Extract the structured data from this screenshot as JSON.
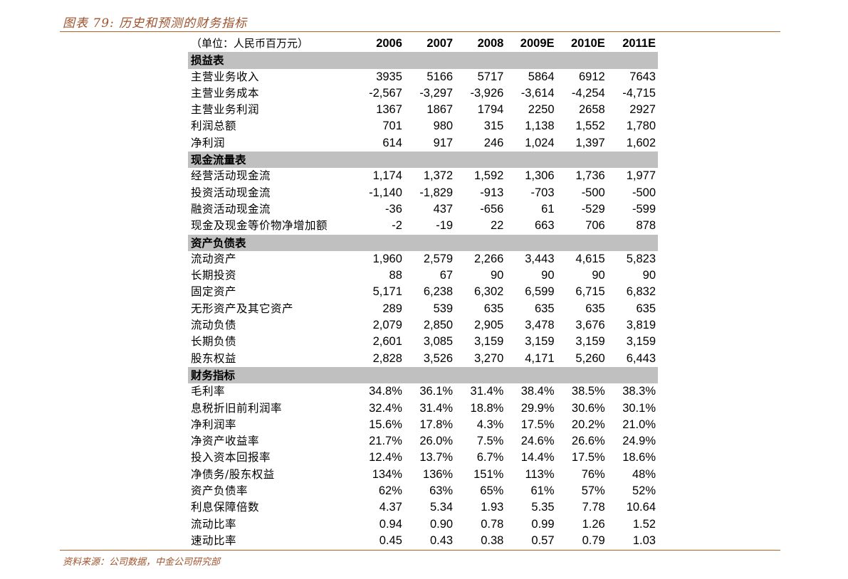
{
  "figure_title": "图表 79: 历史和预测的财务指标",
  "unit_label": "（单位：人民币百万元）",
  "years": [
    "2006",
    "2007",
    "2008",
    "2009E",
    "2010E",
    "2011E"
  ],
  "sections": [
    {
      "title": "损益表",
      "rows": [
        {
          "label": "主营业务收入",
          "values": [
            "3935",
            "5166",
            "5717",
            "5864",
            "6912",
            "7643"
          ]
        },
        {
          "label": "主营业务成本",
          "values": [
            "-2,567",
            "-3,297",
            "-3,926",
            "-3,614",
            "-4,254",
            "-4,715"
          ]
        },
        {
          "label": "主营业务利润",
          "values": [
            "1367",
            "1867",
            "1794",
            "2250",
            "2658",
            "2927"
          ]
        },
        {
          "label": "利润总额",
          "values": [
            "701",
            "980",
            "315",
            "1,138",
            "1,552",
            "1,780"
          ]
        },
        {
          "label": "净利润",
          "values": [
            "614",
            "917",
            "246",
            "1,024",
            "1,397",
            "1,602"
          ]
        }
      ]
    },
    {
      "title": "现金流量表",
      "rows": [
        {
          "label": "经营活动现金流",
          "values": [
            "1,174",
            "1,372",
            "1,592",
            "1,306",
            "1,736",
            "1,977"
          ]
        },
        {
          "label": "投资活动现金流",
          "values": [
            "-1,140",
            "-1,829",
            "-913",
            "-703",
            "-500",
            "-500"
          ]
        },
        {
          "label": "融资活动现金流",
          "values": [
            "-36",
            "437",
            "-656",
            "61",
            "-529",
            "-599"
          ]
        },
        {
          "label": "现金及现金等价物净增加额",
          "values": [
            "-2",
            "-19",
            "22",
            "663",
            "706",
            "878"
          ]
        }
      ]
    },
    {
      "title": "资产负债表",
      "rows": [
        {
          "label": "流动资产",
          "values": [
            "1,960",
            "2,579",
            "2,266",
            "3,443",
            "4,615",
            "5,823"
          ]
        },
        {
          "label": "长期投资",
          "values": [
            "88",
            "67",
            "90",
            "90",
            "90",
            "90"
          ]
        },
        {
          "label": "固定资产",
          "values": [
            "5,171",
            "6,238",
            "6,302",
            "6,599",
            "6,715",
            "6,832"
          ]
        },
        {
          "label": "无形资产及其它资产",
          "values": [
            "289",
            "539",
            "635",
            "635",
            "635",
            "635"
          ]
        },
        {
          "label": "流动负债",
          "values": [
            "2,079",
            "2,850",
            "2,905",
            "3,478",
            "3,676",
            "3,819"
          ]
        },
        {
          "label": "长期负债",
          "values": [
            "2,601",
            "3,085",
            "3,159",
            "3,159",
            "3,159",
            "3,159"
          ]
        },
        {
          "label": "股东权益",
          "values": [
            "2,828",
            "3,526",
            "3,270",
            "4,171",
            "5,260",
            "6,443"
          ]
        }
      ]
    },
    {
      "title": "财务指标",
      "rows": [
        {
          "label": "毛利率",
          "values": [
            "34.8%",
            "36.1%",
            "31.4%",
            "38.4%",
            "38.5%",
            "38.3%"
          ]
        },
        {
          "label": "息税折旧前利润率",
          "values": [
            "32.4%",
            "31.4%",
            "18.8%",
            "29.9%",
            "30.6%",
            "30.1%"
          ]
        },
        {
          "label": "净利润率",
          "values": [
            "15.6%",
            "17.8%",
            "4.3%",
            "17.5%",
            "20.2%",
            "21.0%"
          ]
        },
        {
          "label": "净资产收益率",
          "values": [
            "21.7%",
            "26.0%",
            "7.5%",
            "24.6%",
            "26.6%",
            "24.9%"
          ]
        },
        {
          "label": "投入资本回报率",
          "values": [
            "12.4%",
            "13.7%",
            "6.7%",
            "14.4%",
            "17.5%",
            "18.6%"
          ]
        },
        {
          "label": "净债务/股东权益",
          "values": [
            "134%",
            "136%",
            "151%",
            "113%",
            "76%",
            "48%"
          ]
        },
        {
          "label": "资产负债率",
          "values": [
            "62%",
            "63%",
            "65%",
            "61%",
            "57%",
            "52%"
          ]
        },
        {
          "label": "利息保障倍数",
          "values": [
            "4.37",
            "5.34",
            "1.93",
            "5.35",
            "7.78",
            "10.64"
          ]
        },
        {
          "label": "流动比率",
          "values": [
            "0.94",
            "0.90",
            "0.78",
            "0.99",
            "1.26",
            "1.52"
          ]
        },
        {
          "label": "速动比率",
          "values": [
            "0.45",
            "0.43",
            "0.38",
            "0.57",
            "0.79",
            "1.03"
          ]
        }
      ]
    }
  ],
  "source_note": "资料来源：公司数据，中金公司研究部",
  "colors": {
    "accent": "#a0522d",
    "rule": "#b5652b",
    "section_bg": "#c0c0c0"
  }
}
